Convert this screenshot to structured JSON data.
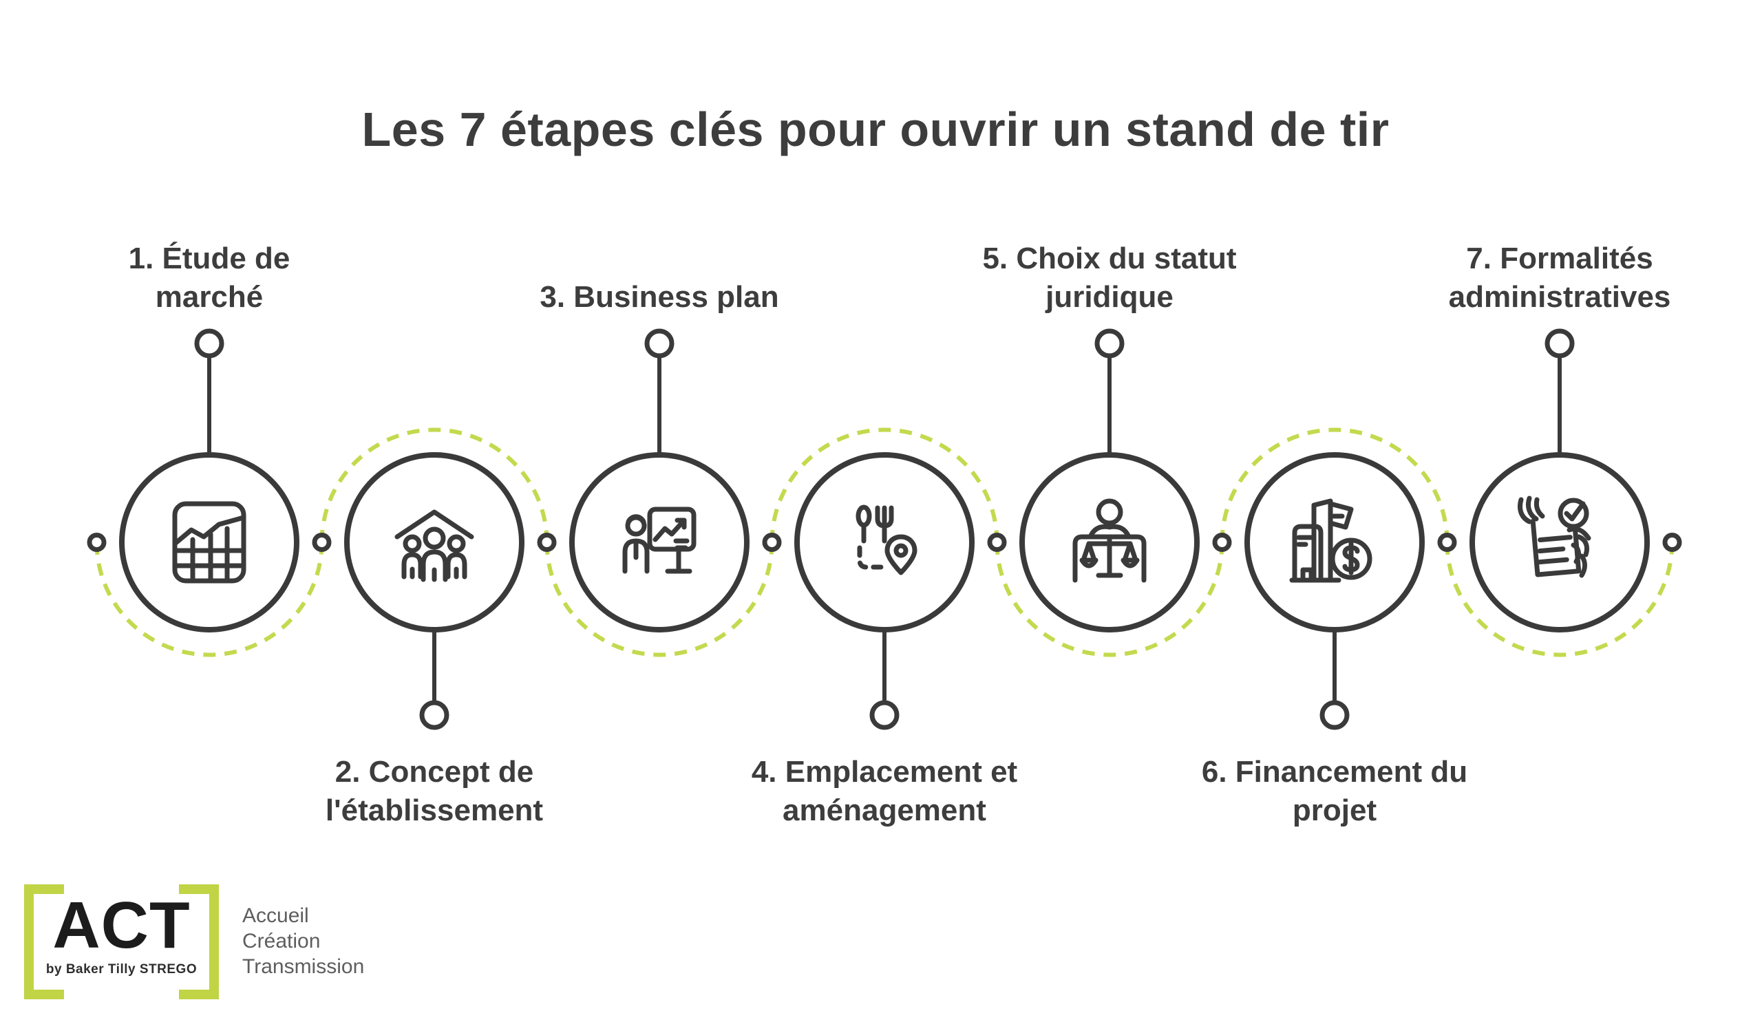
{
  "title": "Les 7 étapes clés pour ouvrir un stand de tir",
  "steps": [
    {
      "id": 1,
      "label": "1. Étude de\nmarché",
      "icon": "market-study",
      "label_position": "top"
    },
    {
      "id": 2,
      "label": "2. Concept de\nl'établissement",
      "icon": "establishment-concept",
      "label_position": "bottom"
    },
    {
      "id": 3,
      "label": "3. Business plan",
      "icon": "business-plan",
      "label_position": "top"
    },
    {
      "id": 4,
      "label": "4. Emplacement et\naménagement",
      "icon": "location-layout",
      "label_position": "bottom"
    },
    {
      "id": 5,
      "label": "5. Choix du statut\njuridique",
      "icon": "legal-status",
      "label_position": "top"
    },
    {
      "id": 6,
      "label": "6. Financement du\nprojet",
      "icon": "project-financing",
      "label_position": "bottom"
    },
    {
      "id": 7,
      "label": "7. Formalités\nadministratives",
      "icon": "admin-formalities",
      "label_position": "top"
    }
  ],
  "logo": {
    "name": "ACT",
    "byline": "by Baker Tilly STREGO",
    "tagline_lines": [
      "Accueil",
      "Création",
      "Transmission"
    ]
  },
  "colors": {
    "ink": "#3a3a3a",
    "accent_green": "#c4d94e",
    "text": "#3d3d3d"
  }
}
